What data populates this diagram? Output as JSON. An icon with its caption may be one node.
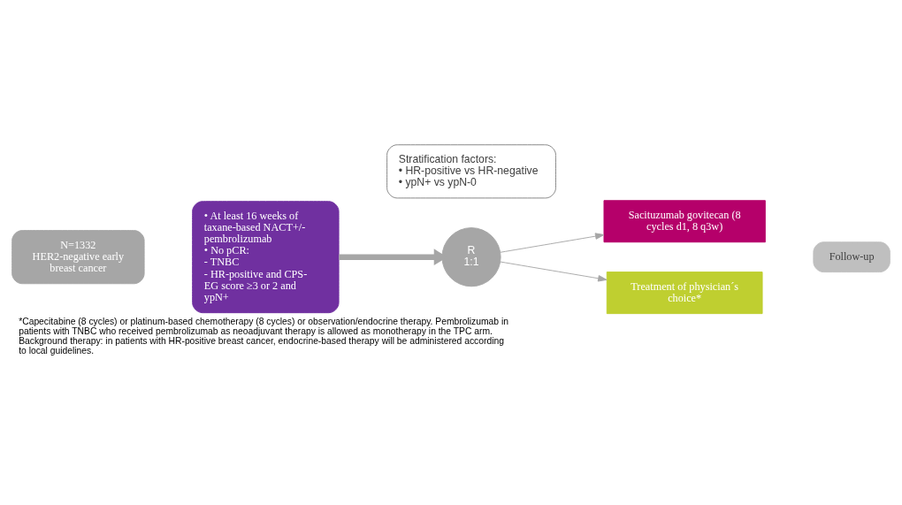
{
  "diagram": {
    "caption": "*Capecitabine (8 cycles) or platinum-based chemotherapy (8 cycles) or observation/endocrine therapy. Pembrolizumab in patients with TNBC who received pembrolizumab as neoadjuvant therapy is allowed as monotherapy in the TPC arm. Background therapy: in patients with HR-positive breast cancer, endocrine-based therapy will be administered according to local guidelines.",
    "nodes": [
      {
        "text": [
          "N=1332",
          "HER2-negative early breast cancer"
        ]
      },
      {
        "text": [
          "• At least 16 weeks of taxane-based NACT+/- pembrolizumab",
          "• No pCR:",
          "- TNBC",
          "- HR-positive and CPS-EG score ≥3 or 2 and ypN+"
        ]
      },
      {
        "text": [
          "R",
          "1:1"
        ]
      },
      {
        "text": [
          "Sacituzumab govitecan (8 cycles d1, 8 q3w)"
        ]
      },
      {
        "text": [
          "Treatment of physician´s choice*"
        ]
      },
      {
        "text": [
          "Follow-up"
        ]
      },
      {
        "text": [
          "Stratification factors:",
          "• HR-positive vs HR-negative",
          "• ypN+ vs ypN-0"
        ]
      }
    ],
    "edges": [
      {
        "from": 1,
        "to": 2,
        "arrow": "to",
        "style": "thick"
      },
      {
        "from": 2,
        "to": 3,
        "arrow": "to"
      },
      {
        "from": 2,
        "to": 4,
        "arrow": "to"
      }
    ]
  }
}
